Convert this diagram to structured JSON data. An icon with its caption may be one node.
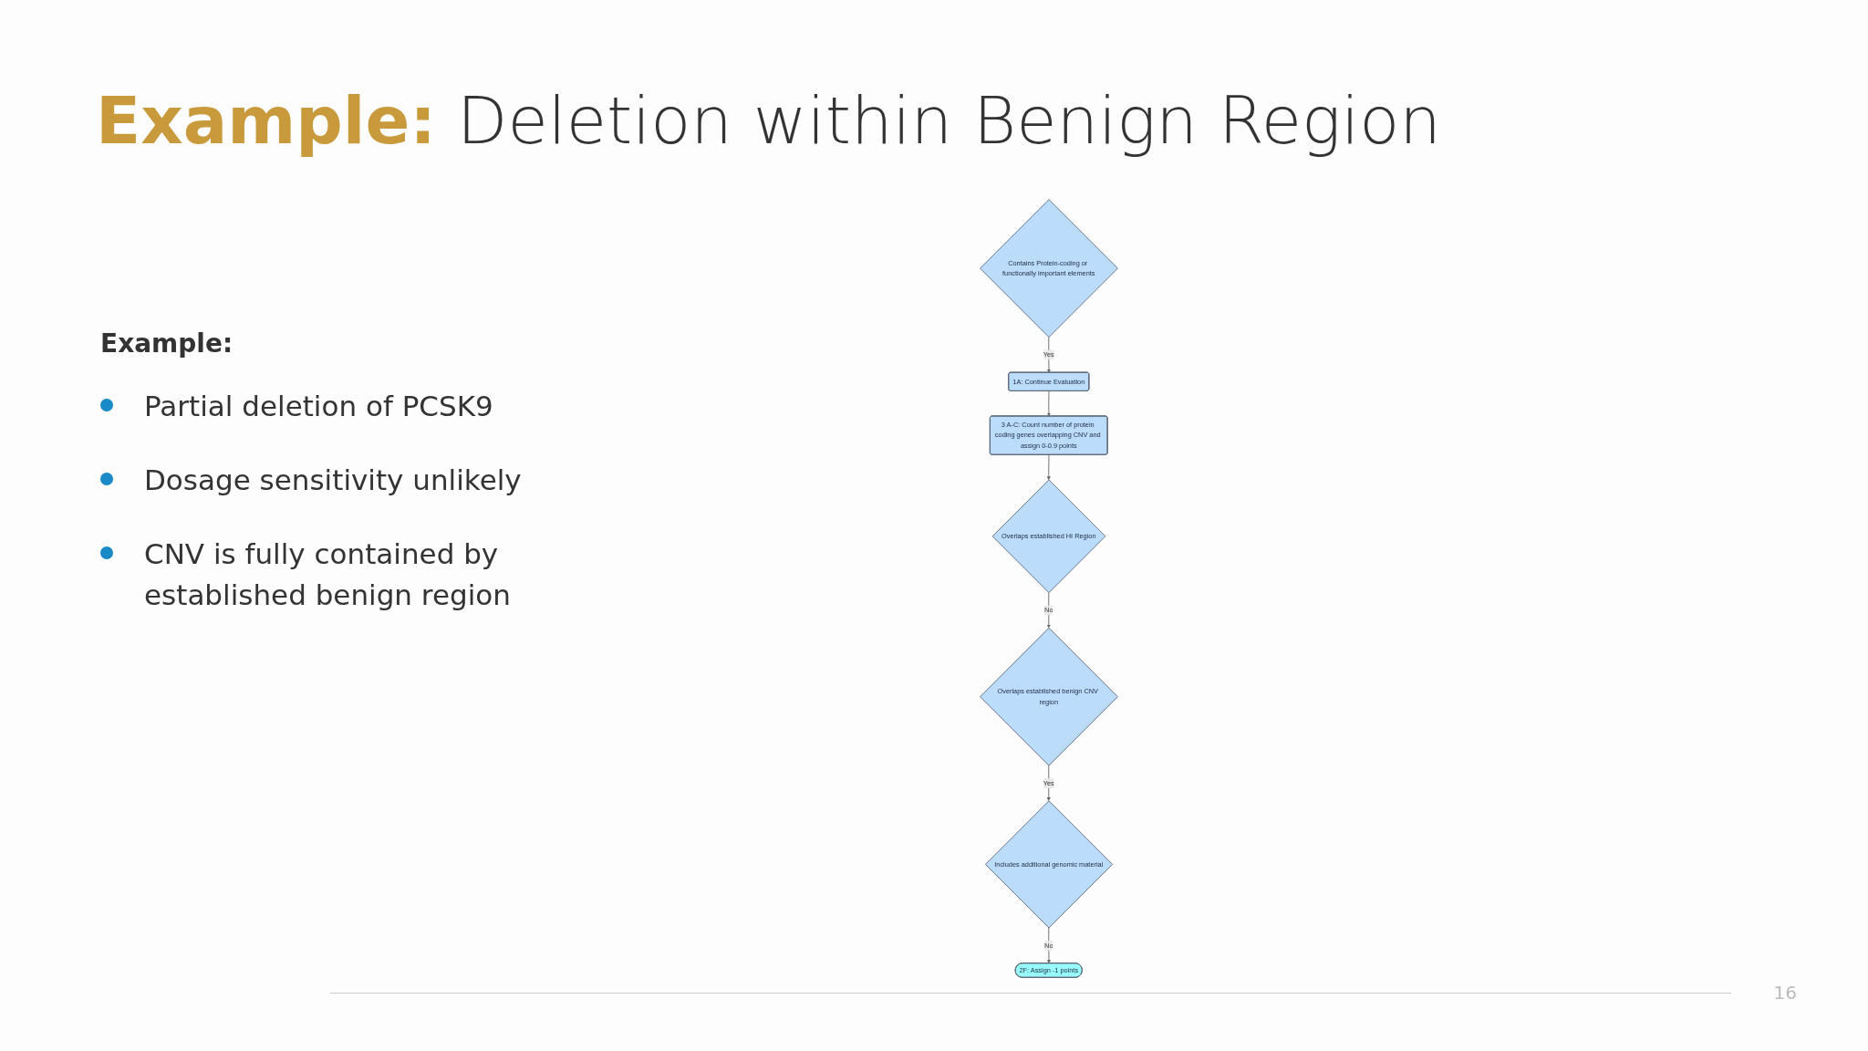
{
  "diagram": {
    "title": "**Example:** Deletion within Benign Region",
    "nodes": [
      {
        "text": [
          "Contains Protein-coding or functionally important elements"
        ]
      },
      {
        "text": [
          "1A: Continue Evaluation"
        ]
      },
      {
        "text": [
          "3 A-C: Count number of protein coding genes overlapping CNV and assign 0-0.9 points"
        ]
      },
      {
        "text": [
          "Overlaps established HI Region"
        ]
      },
      {
        "text": [
          "Overlaps established benign CNV region"
        ]
      },
      {
        "text": [
          "Includes additional genomic material"
        ]
      },
      {
        "text": [
          "2F: Assign -1 points"
        ]
      }
    ],
    "edges": [
      {
        "from": 0,
        "to": 1,
        "arrow": "to",
        "label": "Yes"
      },
      {
        "from": 1,
        "to": 2,
        "arrow": "to"
      },
      {
        "from": 2,
        "to": 3,
        "arrow": "to"
      },
      {
        "from": 3,
        "to": 4,
        "arrow": "to",
        "label": "No"
      },
      {
        "from": 4,
        "to": 5,
        "arrow": "to",
        "label": "Yes"
      },
      {
        "from": 5,
        "to": 6,
        "arrow": "to",
        "label": "No"
      }
    ],
    "labels": [
      "Example:",
      "Partial deletion of PCSK9",
      "Dosage sensitivity unlikely",
      "CNV is fully contained by established benign region",
      "16"
    ]
  }
}
